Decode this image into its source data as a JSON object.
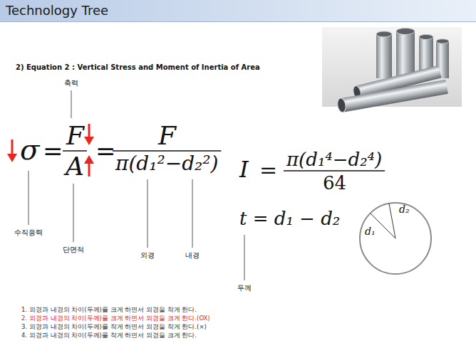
{
  "diagram": {
    "title": "Technology Tree",
    "labels": [
      "2) Equation 2 : Vertical Stress and Moment of Inertia of Area",
      "축력",
      "σ",
      "=",
      "F",
      "A",
      "=",
      "F",
      "π(d₁²−d₂²)",
      "I",
      "=",
      "π(d₁⁴−d₂⁴)",
      "64",
      "t = d₁ − d₂",
      "d₁",
      "d₂",
      "수직응력",
      "단면적",
      "외경",
      "내경",
      "두께",
      "1. 외경과 내경의 차이(두께)를 크게 하면서 외경을 작게 한다.",
      "2. 외경과 내경의 차이(두께)를 크게 하면서 외경을 크게 한다.(OX)",
      "3. 외경과 내경의 차이(두께)를 작게 하면서 외경을 작게 한다.(×)",
      "4. 외경과 내경의 차이(두께)를 작게 하면서 외경을 크게 한다."
    ]
  }
}
